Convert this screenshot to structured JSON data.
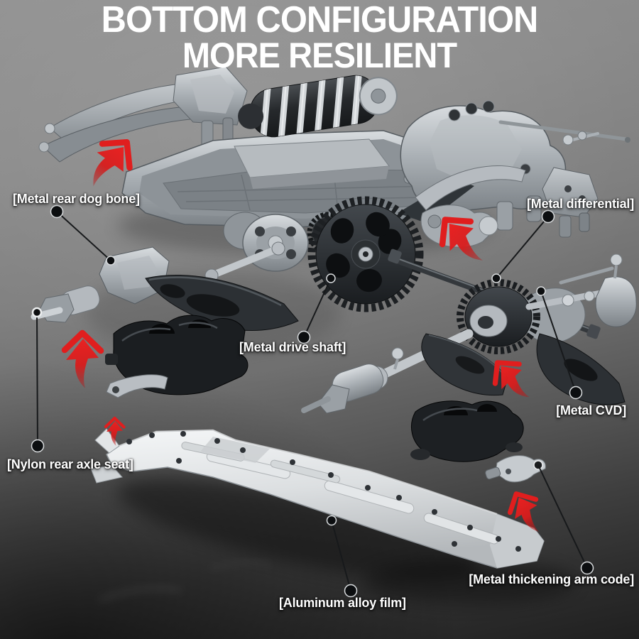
{
  "title": {
    "line1": "BOTTOM CONFIGURATION",
    "line2": "MORE RESILIENT"
  },
  "labels": {
    "rear_dog_bone": "[Metal rear dog bone]",
    "differential": "[Metal differential]",
    "drive_shaft": "[Metal drive shaft]",
    "cvd": "[Metal CVD]",
    "nylon_rear_axle_seat": "[Nylon rear axle seat]",
    "thickening_arm_code": "[Metal thickening arm code]",
    "aluminum_alloy_film": "[Aluminum alloy film]"
  },
  "icons": {
    "arrows": [
      {
        "name": "red-arrow-icon",
        "direction": "up-right"
      },
      {
        "name": "red-arrow-icon",
        "direction": "up-left"
      },
      {
        "name": "red-arrow-icon",
        "direction": "up"
      },
      {
        "name": "red-arrow-icon",
        "direction": "up-small"
      },
      {
        "name": "red-arrow-icon",
        "direction": "up-left"
      },
      {
        "name": "red-arrow-icon",
        "direction": "up-left"
      }
    ]
  },
  "colors": {
    "accent_red": "#e02020",
    "title_text": "#ffffff",
    "label_text": "#ffffff",
    "leader_line": "#17191b",
    "background_top": "#8e8e8e",
    "background_bottom": "#1f1f1f",
    "metal_light": "#d6dadd",
    "metal_mid": "#9da3a8",
    "part_black": "#1c1f22",
    "plate_silver": "#eceeef"
  }
}
